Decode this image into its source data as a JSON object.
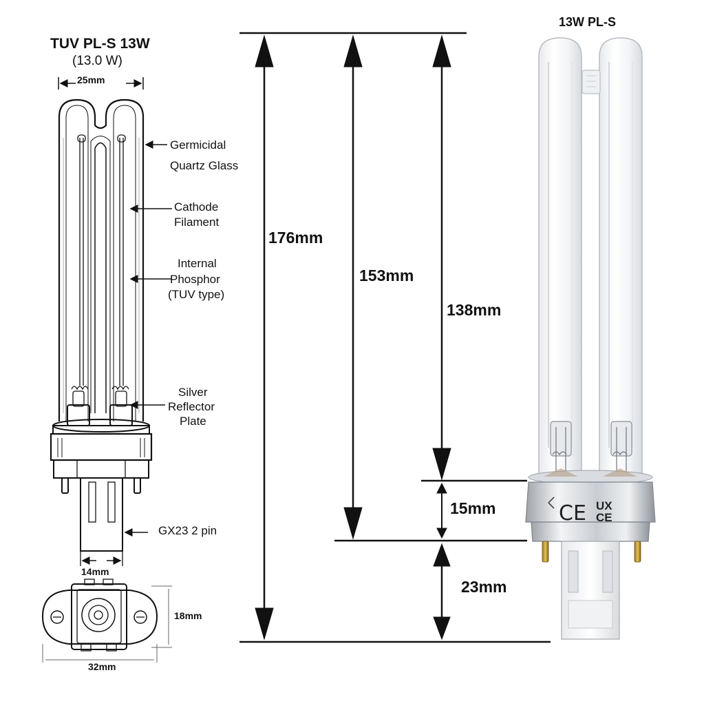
{
  "left_drawing": {
    "title": "TUV PL-S 13W",
    "power": "(13.0 W)",
    "width_dim": "25mm",
    "base_width_dim": "14mm",
    "footprint_height_dim": "18mm",
    "footprint_width_dim": "32mm",
    "callouts": {
      "glass_line1": "Germicidal",
      "glass_line2": "Quartz Glass",
      "cathode_line1": "Cathode",
      "cathode_line2": "Filament",
      "phosphor_line1": "Internal",
      "phosphor_line2": "Phosphor",
      "phosphor_line3": "(TUV type)",
      "reflector_line1": "Silver",
      "reflector_line2": "Reflector",
      "reflector_line3": "Plate",
      "pin": "GX23 2 pin"
    }
  },
  "dimensions": {
    "total": "176mm",
    "to_base": "153mm",
    "tube": "138mm",
    "collar": "15mm",
    "pins": "23mm"
  },
  "right_photo": {
    "title": "13W PL-S",
    "mark_ce": "CE",
    "mark_ux": "UX",
    "mark_ce2": "CE"
  },
  "colors": {
    "line": "#111111",
    "glass": "#f4f6f8",
    "metal": "#c9cdd2",
    "pin": "#c9a13b"
  }
}
